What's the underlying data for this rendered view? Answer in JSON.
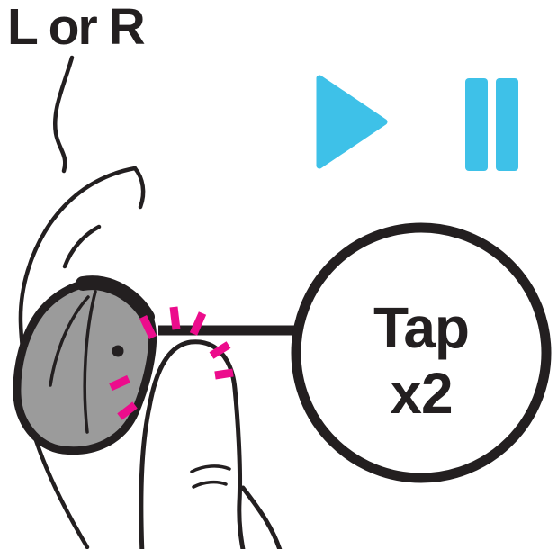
{
  "title": "L or R",
  "media_controls": {
    "play_icon": "play-triangle",
    "pause_icon": "pause-bars"
  },
  "callout": {
    "line1": "Tap",
    "line2": "x2"
  },
  "colors": {
    "ink": "#231F20",
    "media_cyan": "#3EC1E8",
    "tap_magenta": "#EC0C8C",
    "earbud_gray": "#9B9B9B",
    "skin_white": "#FFFFFF",
    "background": "#FFFFFF"
  }
}
